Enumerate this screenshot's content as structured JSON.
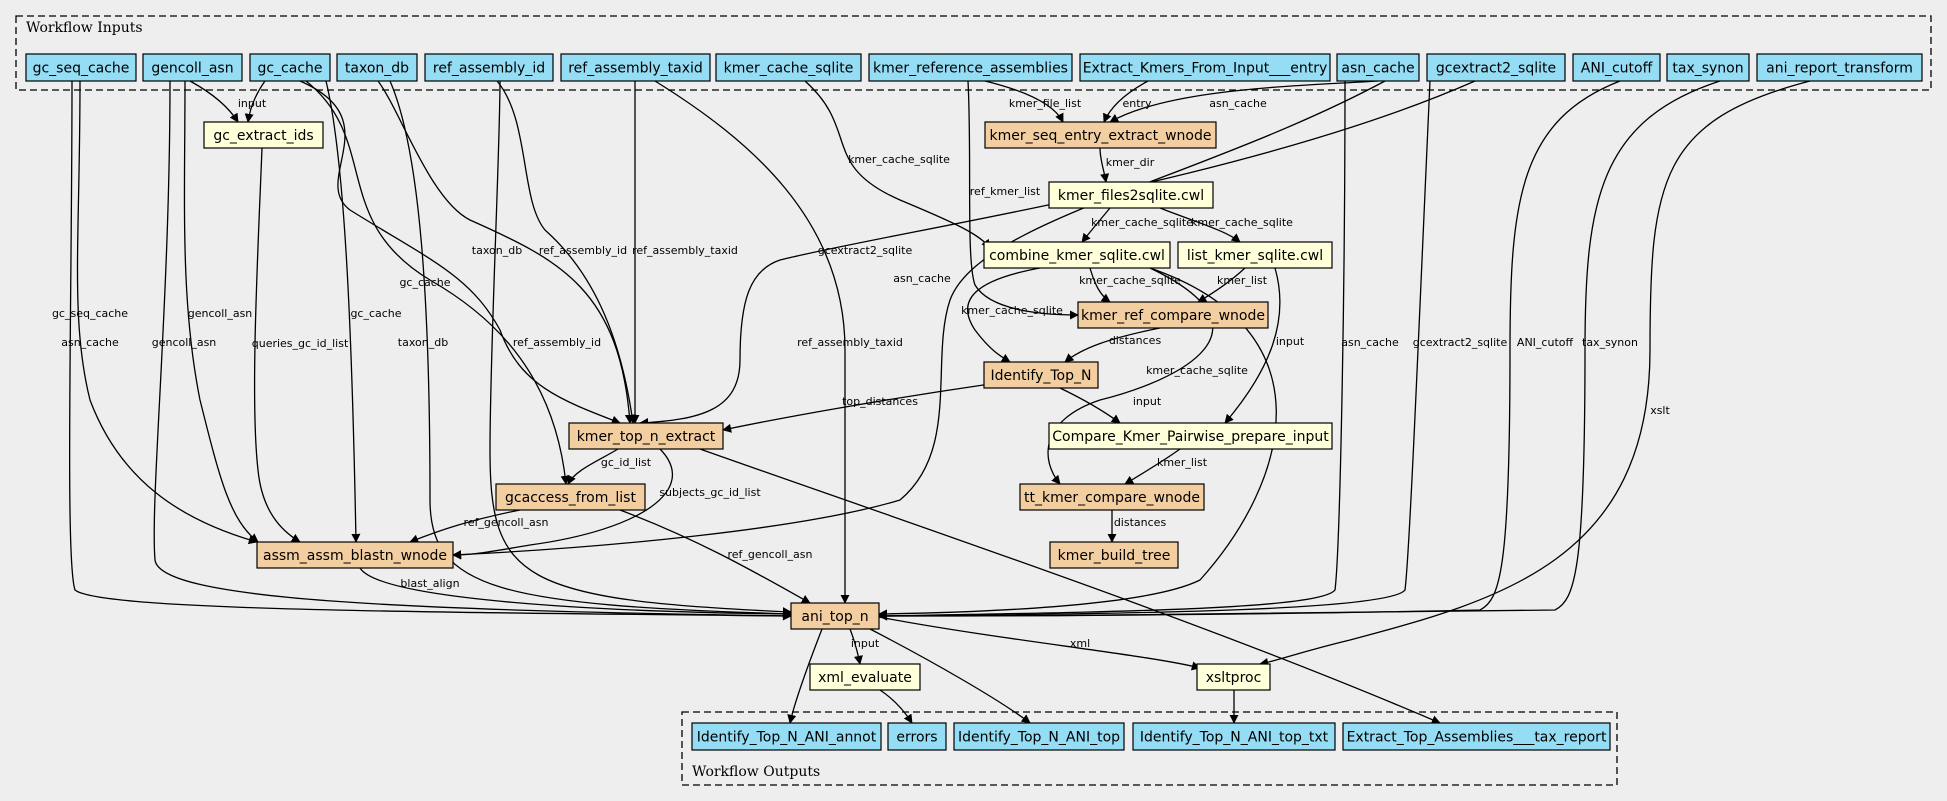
{
  "clusters": {
    "inputs": {
      "label": "Workflow Inputs"
    },
    "outputs": {
      "label": "Workflow Outputs"
    }
  },
  "colors": {
    "io": "#94ddf4",
    "step": "#f3cea1",
    "tool": "#ffffd9",
    "background": "#eeeeee"
  },
  "nodes": [
    {
      "id": "gc_seq_cache",
      "label": "gc_seq_cache",
      "kind": "io"
    },
    {
      "id": "gencoll_asn",
      "label": "gencoll_asn",
      "kind": "io"
    },
    {
      "id": "gc_cache",
      "label": "gc_cache",
      "kind": "io"
    },
    {
      "id": "taxon_db",
      "label": "taxon_db",
      "kind": "io"
    },
    {
      "id": "ref_assembly_id",
      "label": "ref_assembly_id",
      "kind": "io"
    },
    {
      "id": "ref_assembly_taxid",
      "label": "ref_assembly_taxid",
      "kind": "io"
    },
    {
      "id": "kmer_cache_sqlite",
      "label": "kmer_cache_sqlite",
      "kind": "io"
    },
    {
      "id": "kmer_reference_assemblies",
      "label": "kmer_reference_assemblies",
      "kind": "io"
    },
    {
      "id": "Extract_Kmers_From_Input___entry",
      "label": "Extract_Kmers_From_Input___entry",
      "kind": "io"
    },
    {
      "id": "asn_cache",
      "label": "asn_cache",
      "kind": "io"
    },
    {
      "id": "gcextract2_sqlite",
      "label": "gcextract2_sqlite",
      "kind": "io"
    },
    {
      "id": "ANI_cutoff",
      "label": "ANI_cutoff",
      "kind": "io"
    },
    {
      "id": "tax_synon",
      "label": "tax_synon",
      "kind": "io"
    },
    {
      "id": "ani_report_transform",
      "label": "ani_report_transform",
      "kind": "io"
    },
    {
      "id": "gc_extract_ids",
      "label": "gc_extract_ids",
      "kind": "tool"
    },
    {
      "id": "kmer_seq_entry_extract_wnode",
      "label": "kmer_seq_entry_extract_wnode",
      "kind": "step"
    },
    {
      "id": "kmer_files2sqlite",
      "label": "kmer_files2sqlite.cwl",
      "kind": "tool"
    },
    {
      "id": "combine_kmer_sqlite",
      "label": "combine_kmer_sqlite.cwl",
      "kind": "tool"
    },
    {
      "id": "list_kmer_sqlite",
      "label": "list_kmer_sqlite.cwl",
      "kind": "tool"
    },
    {
      "id": "kmer_ref_compare_wnode",
      "label": "kmer_ref_compare_wnode",
      "kind": "step"
    },
    {
      "id": "Identify_Top_N",
      "label": "Identify_Top_N",
      "kind": "step"
    },
    {
      "id": "kmer_top_n_extract",
      "label": "kmer_top_n_extract",
      "kind": "step"
    },
    {
      "id": "Compare_Kmer_Pairwise_prepare_input",
      "label": "Compare_Kmer_Pairwise_prepare_input",
      "kind": "tool"
    },
    {
      "id": "gcaccess_from_list",
      "label": "gcaccess_from_list",
      "kind": "step"
    },
    {
      "id": "tt_kmer_compare_wnode",
      "label": "tt_kmer_compare_wnode",
      "kind": "step"
    },
    {
      "id": "assm_assm_blastn_wnode",
      "label": "assm_assm_blastn_wnode",
      "kind": "step"
    },
    {
      "id": "kmer_build_tree",
      "label": "kmer_build_tree",
      "kind": "step"
    },
    {
      "id": "ani_top_n",
      "label": "ani_top_n",
      "kind": "step"
    },
    {
      "id": "xml_evaluate",
      "label": "xml_evaluate",
      "kind": "tool"
    },
    {
      "id": "xsltproc",
      "label": "xsltproc",
      "kind": "tool"
    },
    {
      "id": "Identify_Top_N_ANI_annot",
      "label": "Identify_Top_N_ANI_annot",
      "kind": "io"
    },
    {
      "id": "errors",
      "label": "errors",
      "kind": "io"
    },
    {
      "id": "Identify_Top_N_ANI_top",
      "label": "Identify_Top_N_ANI_top",
      "kind": "io"
    },
    {
      "id": "Identify_Top_N_ANI_top_txt",
      "label": "Identify_Top_N_ANI_top_txt",
      "kind": "io"
    },
    {
      "id": "Extract_Top_Assemblies___tax_report",
      "label": "Extract_Top_Assemblies___tax_report",
      "kind": "io"
    }
  ],
  "edges": [
    {
      "from": "gencoll_asn",
      "to": "gc_extract_ids",
      "label": "input"
    },
    {
      "from": "gc_cache",
      "to": "gc_extract_ids",
      "label": ""
    },
    {
      "from": "kmer_reference_assemblies",
      "to": "kmer_seq_entry_extract_wnode",
      "label": "kmer_file_list"
    },
    {
      "from": "Extract_Kmers_From_Input___entry",
      "to": "kmer_seq_entry_extract_wnode",
      "label": "entry"
    },
    {
      "from": "asn_cache",
      "to": "kmer_seq_entry_extract_wnode",
      "label": "asn_cache"
    },
    {
      "from": "kmer_seq_entry_extract_wnode",
      "to": "kmer_files2sqlite",
      "label": "kmer_dir"
    },
    {
      "from": "kmer_files2sqlite",
      "to": "combine_kmer_sqlite",
      "label": "kmer_cache_sqlite"
    },
    {
      "from": "kmer_files2sqlite",
      "to": "list_kmer_sqlite",
      "label": "kmer_cache_sqlite"
    },
    {
      "from": "kmer_cache_sqlite",
      "to": "combine_kmer_sqlite",
      "label": "kmer_cache_sqlite"
    },
    {
      "from": "kmer_reference_assemblies",
      "to": "kmer_ref_compare_wnode",
      "label": "ref_kmer_list"
    },
    {
      "from": "combine_kmer_sqlite",
      "to": "kmer_ref_compare_wnode",
      "label": "kmer_cache_sqlite"
    },
    {
      "from": "list_kmer_sqlite",
      "to": "kmer_ref_compare_wnode",
      "label": "kmer_list"
    },
    {
      "from": "combine_kmer_sqlite",
      "to": "Identify_Top_N",
      "label": "kmer_cache_sqlite"
    },
    {
      "from": "kmer_ref_compare_wnode",
      "to": "Identify_Top_N",
      "label": "distances"
    },
    {
      "from": "Identify_Top_N",
      "to": "kmer_top_n_extract",
      "label": "top_distances"
    },
    {
      "from": "Identify_Top_N",
      "to": "Compare_Kmer_Pairwise_prepare_input",
      "label": "input"
    },
    {
      "from": "list_kmer_sqlite",
      "to": "Compare_Kmer_Pairwise_prepare_input",
      "label": "input"
    },
    {
      "from": "gc_cache",
      "to": "kmer_top_n_extract",
      "label": "gc_cache"
    },
    {
      "from": "taxon_db",
      "to": "kmer_top_n_extract",
      "label": "taxon_db"
    },
    {
      "from": "ref_assembly_id",
      "to": "kmer_top_n_extract",
      "label": "ref_assembly_id"
    },
    {
      "from": "ref_assembly_taxid",
      "to": "kmer_top_n_extract",
      "label": "ref_assembly_taxid"
    },
    {
      "from": "gcextract2_sqlite",
      "to": "kmer_top_n_extract",
      "label": "gcextract2_sqlite"
    },
    {
      "from": "kmer_top_n_extract",
      "to": "gcaccess_from_list",
      "label": "gc_id_list"
    },
    {
      "from": "gc_cache",
      "to": "gcaccess_from_list",
      "label": ""
    },
    {
      "from": "combine_kmer_sqlite",
      "to": "tt_kmer_compare_wnode",
      "label": "kmer_cache_sqlite"
    },
    {
      "from": "Compare_Kmer_Pairwise_prepare_input",
      "to": "tt_kmer_compare_wnode",
      "label": "kmer_list"
    },
    {
      "from": "tt_kmer_compare_wnode",
      "to": "kmer_build_tree",
      "label": "distances"
    },
    {
      "from": "gc_seq_cache",
      "to": "assm_assm_blastn_wnode",
      "label": "gc_seq_cache"
    },
    {
      "from": "gencoll_asn",
      "to": "assm_assm_blastn_wnode",
      "label": "gencoll_asn"
    },
    {
      "from": "gc_cache",
      "to": "assm_assm_blastn_wnode",
      "label": "gc_cache"
    },
    {
      "from": "gc_extract_ids",
      "to": "assm_assm_blastn_wnode",
      "label": "queries_gc_id_list"
    },
    {
      "from": "asn_cache",
      "to": "assm_assm_blastn_wnode",
      "label": "asn_cache"
    },
    {
      "from": "gcaccess_from_list",
      "to": "assm_assm_blastn_wnode",
      "label": "ref_gencoll_asn"
    },
    {
      "from": "kmer_top_n_extract",
      "to": "assm_assm_blastn_wnode",
      "label": "subjects_gc_id_list"
    },
    {
      "from": "gc_seq_cache",
      "to": "ani_top_n",
      "label": "asn_cache"
    },
    {
      "from": "gencoll_asn",
      "to": "ani_top_n",
      "label": "gencoll_asn"
    },
    {
      "from": "taxon_db",
      "to": "ani_top_n",
      "label": "taxon_db"
    },
    {
      "from": "ref_assembly_id",
      "to": "ani_top_n",
      "label": "ref_assembly_id"
    },
    {
      "from": "ref_assembly_taxid",
      "to": "ani_top_n",
      "label": "ref_assembly_taxid"
    },
    {
      "from": "asn_cache",
      "to": "ani_top_n",
      "label": "asn_cache"
    },
    {
      "from": "gcextract2_sqlite",
      "to": "ani_top_n",
      "label": "gcextract2_sqlite"
    },
    {
      "from": "ANI_cutoff",
      "to": "ani_top_n",
      "label": "ANI_cutoff"
    },
    {
      "from": "tax_synon",
      "to": "ani_top_n",
      "label": "tax_synon"
    },
    {
      "from": "assm_assm_blastn_wnode",
      "to": "ani_top_n",
      "label": "blast_align"
    },
    {
      "from": "gcaccess_from_list",
      "to": "ani_top_n",
      "label": "ref_gencoll_asn"
    },
    {
      "from": "combine_kmer_sqlite",
      "to": "ani_top_n",
      "label": ""
    },
    {
      "from": "ani_top_n",
      "to": "xml_evaluate",
      "label": "input"
    },
    {
      "from": "ani_top_n",
      "to": "xsltproc",
      "label": "xml"
    },
    {
      "from": "ani_report_transform",
      "to": "xsltproc",
      "label": "xslt"
    },
    {
      "from": "ani_top_n",
      "to": "Identify_Top_N_ANI_annot",
      "label": ""
    },
    {
      "from": "xml_evaluate",
      "to": "errors",
      "label": ""
    },
    {
      "from": "ani_top_n",
      "to": "Identify_Top_N_ANI_top",
      "label": ""
    },
    {
      "from": "xsltproc",
      "to": "Identify_Top_N_ANI_top_txt",
      "label": ""
    },
    {
      "from": "kmer_top_n_extract",
      "to": "Extract_Top_Assemblies___tax_report",
      "label": ""
    }
  ]
}
